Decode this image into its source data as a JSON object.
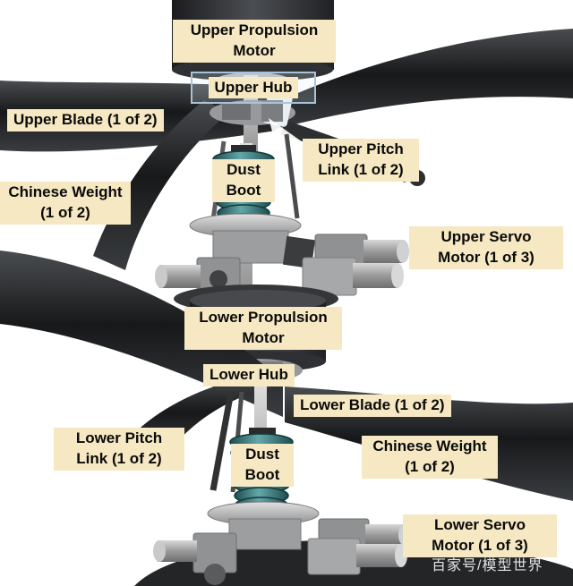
{
  "diagram": {
    "labels": {
      "upper_propulsion_motor": "Upper Propulsion\nMotor",
      "upper_hub": "Upper Hub",
      "upper_blade": "Upper Blade (1 of 2)",
      "upper_pitch_link": "Upper Pitch\nLink (1 of 2)",
      "dust_boot": "Dust\nBoot",
      "chinese_weight": "Chinese Weight\n(1 of 2)",
      "upper_servo_motor": "Upper Servo\nMotor (1 of 3)",
      "lower_propulsion_motor": "Lower Propulsion\nMotor",
      "lower_hub": "Lower Hub",
      "lower_blade": "Lower Blade (1 of 2)",
      "lower_pitch_link": "Lower Pitch\nLink (1 of 2)",
      "lower_servo_motor": "Lower Servo\nMotor (1 of 3)"
    },
    "watermark": "百家号/模型世界",
    "colors": {
      "label_bg": "#f5e8c2",
      "label_text": "#0a0a0a",
      "dust_boot_teal": "#3b7d80",
      "hub_callout_border": "#a8c4da"
    }
  }
}
